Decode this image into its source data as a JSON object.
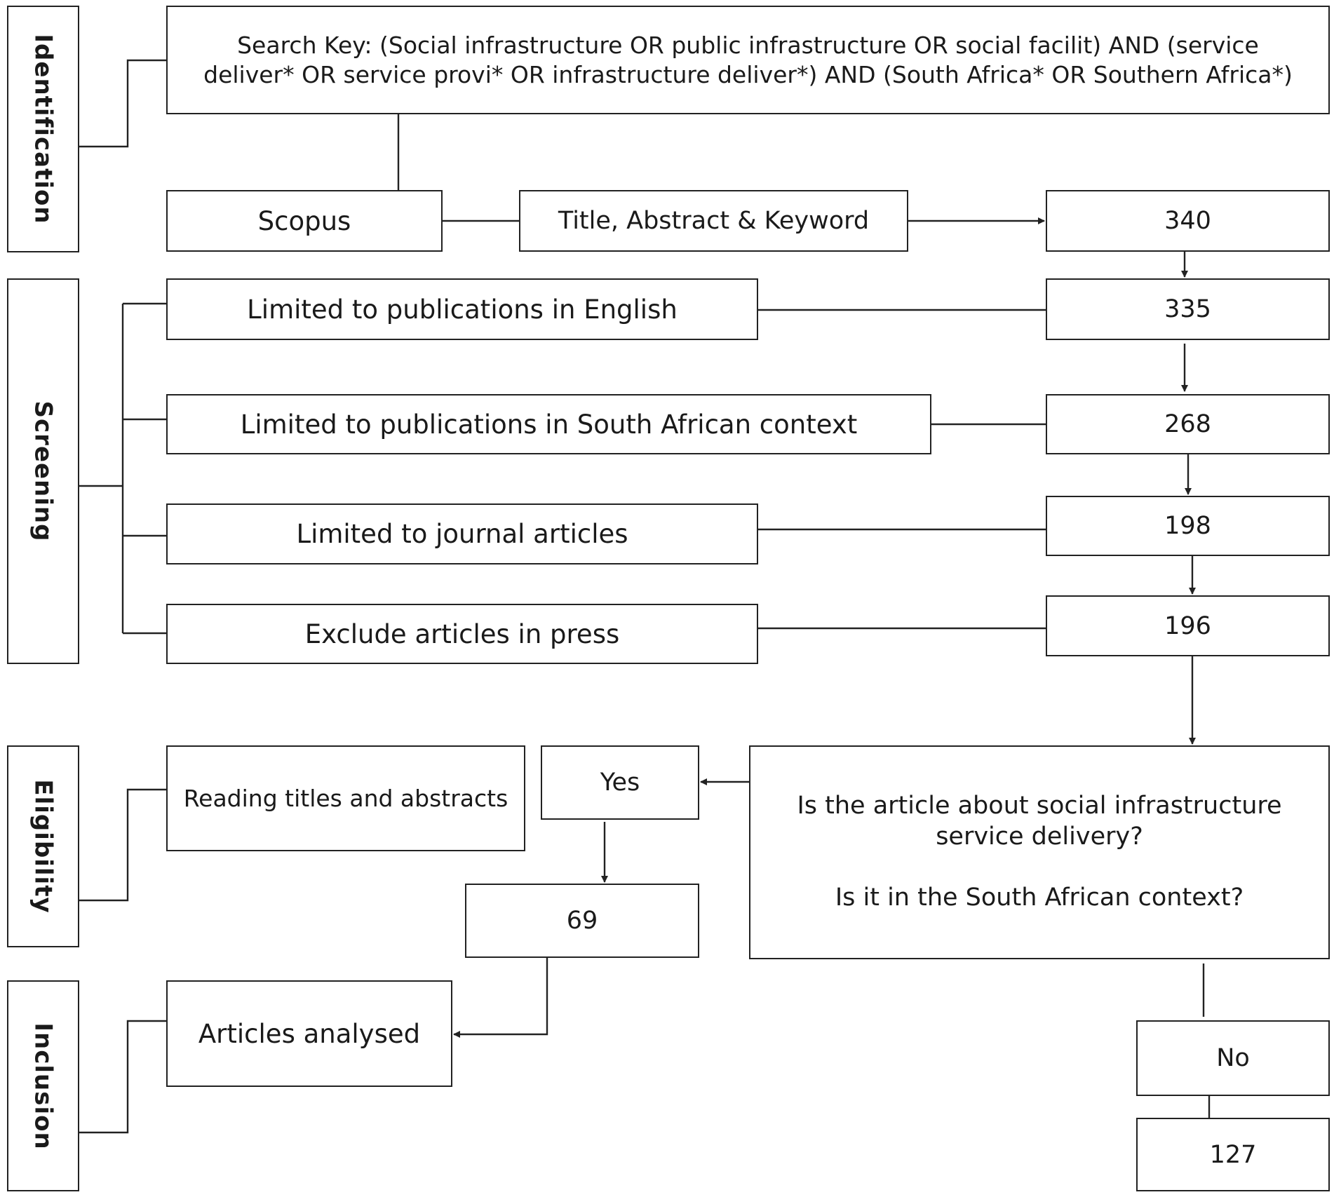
{
  "stages": {
    "identification": "Identification",
    "screening": "Screening",
    "eligibility": "Eligibility",
    "inclusion": "Inclusion"
  },
  "search": {
    "key_line1": "Search Key: (Social infrastructure OR public infrastructure OR social facilit) AND (service",
    "key_line2": "deliver* OR service provi* OR infrastructure deliver*) AND (South Africa* OR Southern Africa*)",
    "database": "Scopus",
    "fields": "Title, Abstract & Keyword"
  },
  "screening_steps": [
    "Limited to publications in English",
    "Limited to publications in South African context",
    "Limited to journal articles",
    "Exclude articles in press"
  ],
  "counts": {
    "identified": "340",
    "english": "335",
    "south_africa": "268",
    "journal": "198",
    "not_in_press": "196",
    "included": "69",
    "excluded": "127"
  },
  "eligibility": {
    "reading": "Reading titles and abstracts",
    "yes": "Yes",
    "no": "No",
    "question_line1": "Is the article about social infrastructure",
    "question_line2": "service delivery?",
    "question_line3": "Is it in the South African context?"
  },
  "inclusion": {
    "analysed": "Articles analysed"
  }
}
